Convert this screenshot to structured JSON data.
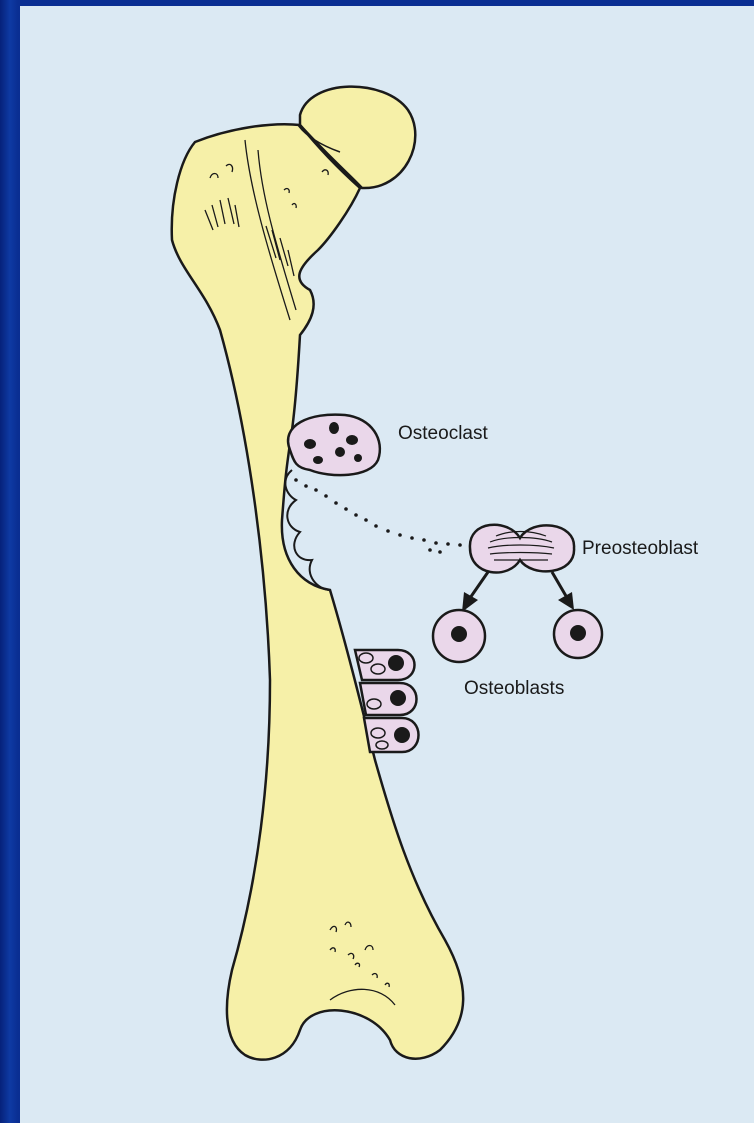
{
  "labels": {
    "osteoclast": "Osteoclast",
    "preosteoblast": "Preosteoblast",
    "osteoblasts": "Osteoblasts"
  },
  "colors": {
    "background_frame": "#0b2f8f",
    "panel": "#dbe9f3",
    "bone": "#f6f0a8",
    "cell": "#ead7ea",
    "outline": "#1a1a1a"
  }
}
